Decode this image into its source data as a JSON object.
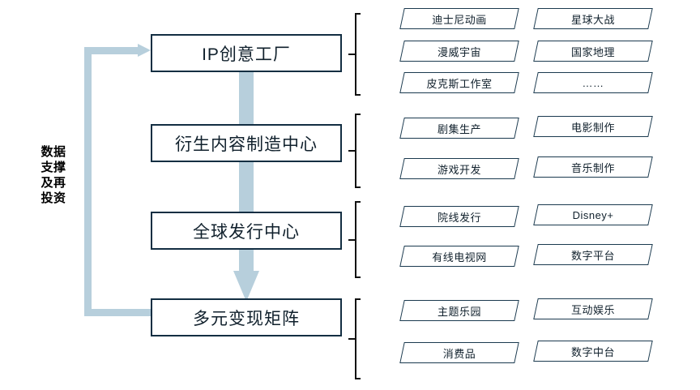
{
  "diagram": {
    "title": "IP Value Chain Flow Diagram",
    "side_caption": "数据\n支撑\n及再\n投资",
    "colors": {
      "box_border": "#132e42",
      "chip_border": "#1b3a4f",
      "flow_arrow": "#b7cfdc",
      "bracket": "#111111",
      "background": "#ffffff",
      "text": "#10202c"
    },
    "stages": [
      {
        "id": "ip-creative-factory",
        "label": "IP创意工厂",
        "items": [
          "迪士尼动画",
          "星球大战",
          "漫威宇宙",
          "国家地理",
          "皮克斯工作室",
          "……"
        ]
      },
      {
        "id": "derivative-content-manufacturing-center",
        "label": "衍生内容制造中心",
        "items": [
          "剧集生产",
          "电影制作",
          "游戏开发",
          "音乐制作"
        ]
      },
      {
        "id": "global-distribution-center",
        "label": "全球发行中心",
        "items": [
          "院线发行",
          "Disney+",
          "有线电视网",
          "数字平台"
        ]
      },
      {
        "id": "diversified-monetization-matrix",
        "label": "多元变现矩阵",
        "items": [
          "主题乐园",
          "互动娱乐",
          "消费品",
          "数字中台"
        ]
      }
    ]
  }
}
